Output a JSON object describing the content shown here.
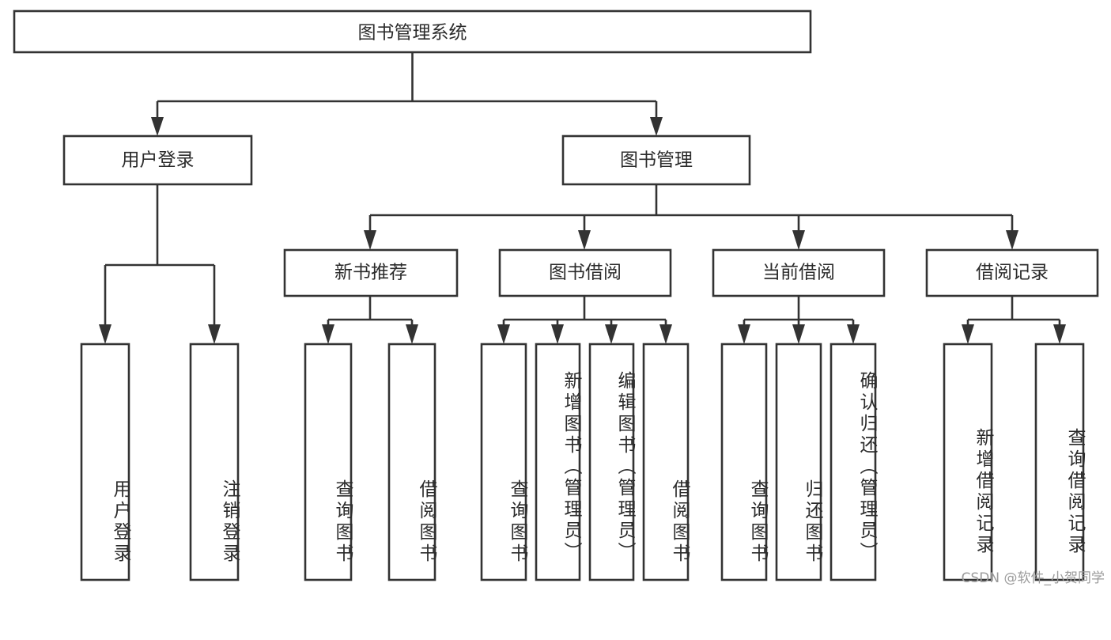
{
  "diagram": {
    "title": "图书管理系统",
    "type": "tree-hierarchy-chart",
    "root": {
      "label": "图书管理系统",
      "orientation": "horizontal"
    },
    "level1": [
      {
        "label": "用户登录",
        "orientation": "horizontal"
      },
      {
        "label": "图书管理",
        "orientation": "horizontal"
      }
    ],
    "level2": [
      {
        "label": "新书推荐",
        "orientation": "horizontal"
      },
      {
        "label": "图书借阅",
        "orientation": "horizontal"
      },
      {
        "label": "当前借阅",
        "orientation": "horizontal"
      },
      {
        "label": "借阅记录",
        "orientation": "horizontal"
      }
    ],
    "leaves": {
      "user_login": [
        {
          "label": "用户登录",
          "orientation": "vertical"
        },
        {
          "label": "注销登录",
          "orientation": "vertical"
        }
      ],
      "new_book_recommend": [
        {
          "label": "查询图书",
          "orientation": "vertical"
        },
        {
          "label": "借阅图书",
          "orientation": "vertical"
        }
      ],
      "book_borrow": [
        {
          "label": "查询图书",
          "orientation": "vertical"
        },
        {
          "label": "新增图书（管理员）",
          "orientation": "vertical"
        },
        {
          "label": "编辑图书（管理员）",
          "orientation": "vertical"
        },
        {
          "label": "借阅图书",
          "orientation": "vertical"
        }
      ],
      "current_borrow": [
        {
          "label": "查询图书",
          "orientation": "vertical"
        },
        {
          "label": "归还图书",
          "orientation": "vertical"
        },
        {
          "label": "确认归还（管理员）",
          "orientation": "vertical"
        }
      ],
      "borrow_record": [
        {
          "label": "新增借阅记录",
          "orientation": "vertical"
        },
        {
          "label": "查询借阅记录",
          "orientation": "vertical"
        }
      ]
    },
    "colors": {
      "box_border": "#333333",
      "box_fill": "#ffffff",
      "text": "#2b2b2b",
      "connector": "#333333",
      "watermark": "#9b9b9b",
      "background": "#ffffff"
    }
  },
  "watermark": {
    "text": "CSDN @软件_小贺同学"
  }
}
